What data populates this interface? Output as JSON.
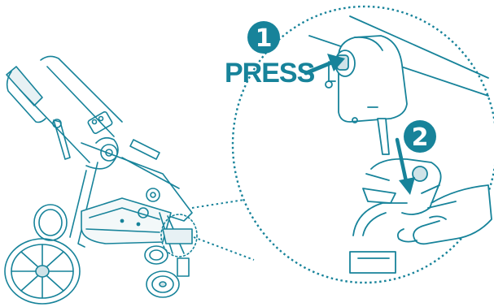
{
  "steps": [
    {
      "number": "1",
      "label": "PRESS"
    },
    {
      "number": "2",
      "label": ""
    }
  ],
  "colors": {
    "ink": "#17839a",
    "badge": "#17839a",
    "shading": "#cfe3e8",
    "background": "#ffffff"
  },
  "icons": {
    "step1_arrow": "arrow-right-icon",
    "step2_arrow": "arrow-down-icon"
  }
}
